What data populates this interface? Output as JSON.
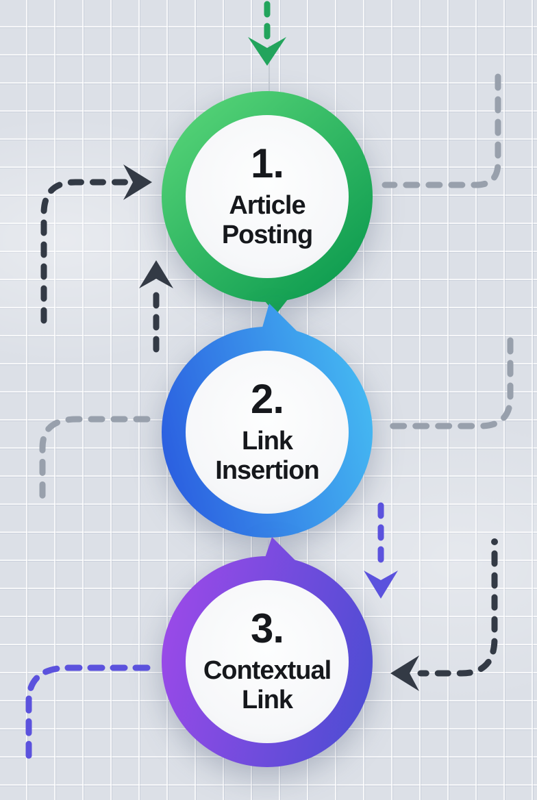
{
  "diagram": {
    "type": "flow-steps",
    "text_color": "#16181c",
    "background": {
      "base_color": "#dce0e7",
      "grid_line_color": "#ffffff"
    },
    "steps": [
      {
        "number": "1.",
        "label": "Article Posting",
        "ring_color_start": "#55d377",
        "ring_color_end": "#0d9b4f"
      },
      {
        "number": "2.",
        "label": "Link Insertion",
        "ring_color_start": "#2b5fe0",
        "ring_color_end": "#45b9f2"
      },
      {
        "number": "3.",
        "label": "Contextual Link",
        "ring_color_start": "#9a4ae8",
        "ring_color_end": "#4e4dd3"
      }
    ],
    "arrow_colors": {
      "green": "#22a45c",
      "dark": "#333a45",
      "gray": "#98a0ac",
      "purple": "#5b52dd"
    },
    "inner_circle_color": "#f8f9fb"
  }
}
